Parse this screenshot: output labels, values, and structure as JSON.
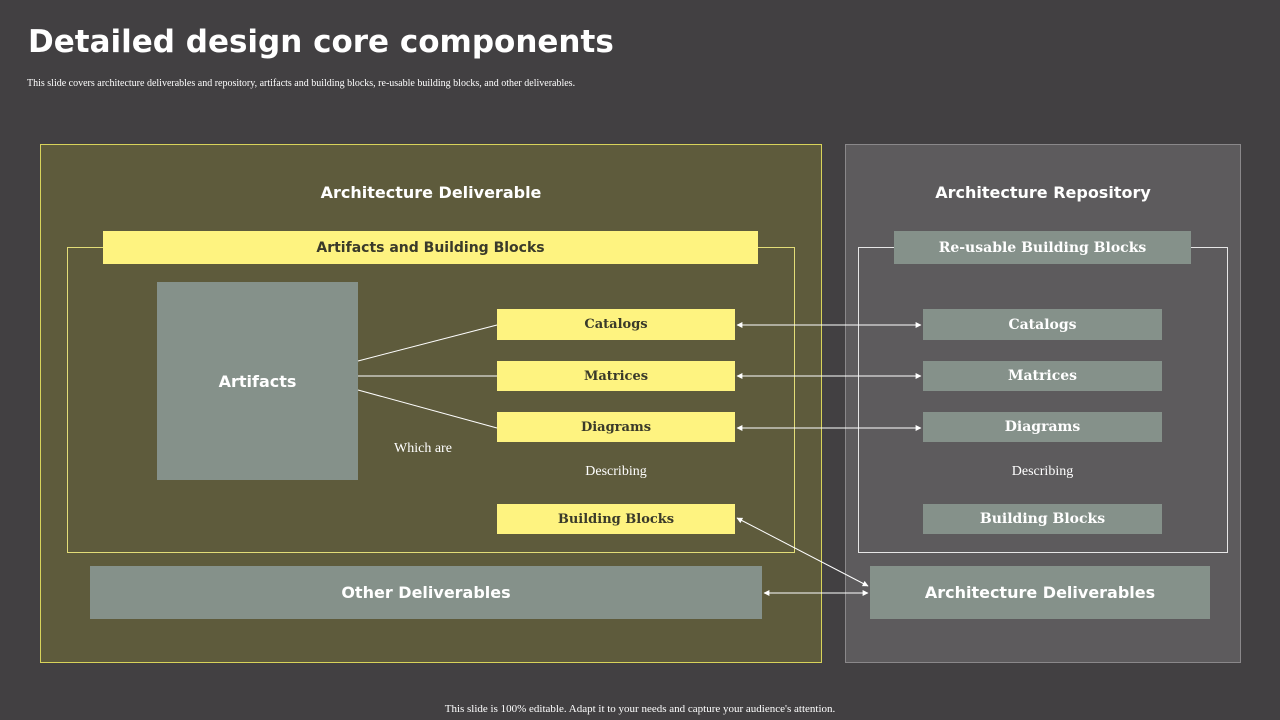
{
  "slide": {
    "title": "Detailed design core components",
    "subtitle": "This slide covers architecture deliverables and repository, artifacts and building blocks, re-usable building blocks, and other deliverables.",
    "footer": "This slide is 100% editable. Adapt it to your needs and capture your audience's attention."
  },
  "left_panel": {
    "heading": "Architecture Deliverable",
    "top_bar": "Artifacts and Building Blocks",
    "artifacts_box": "Artifacts",
    "items": [
      "Catalogs",
      "Matrices",
      "Diagrams"
    ],
    "which_are": "Which are",
    "describing": "Describing",
    "building_blocks": "Building Blocks",
    "other_deliverables": "Other Deliverables"
  },
  "right_panel": {
    "heading": "Architecture Repository",
    "top_bar": "Re-usable Building  Blocks",
    "items": [
      "Catalogs",
      "Matrices",
      "Diagrams"
    ],
    "describing": "Describing",
    "building_blocks": "Building  Blocks",
    "architecture_deliverables": "Architecture Deliverables"
  },
  "colors": {
    "background": "#424042",
    "left_panel_fill": "#5e5b3c",
    "right_panel_fill": "#5d5b5d",
    "yellow_accent": "#fef380",
    "grey_box": "#85918a"
  }
}
